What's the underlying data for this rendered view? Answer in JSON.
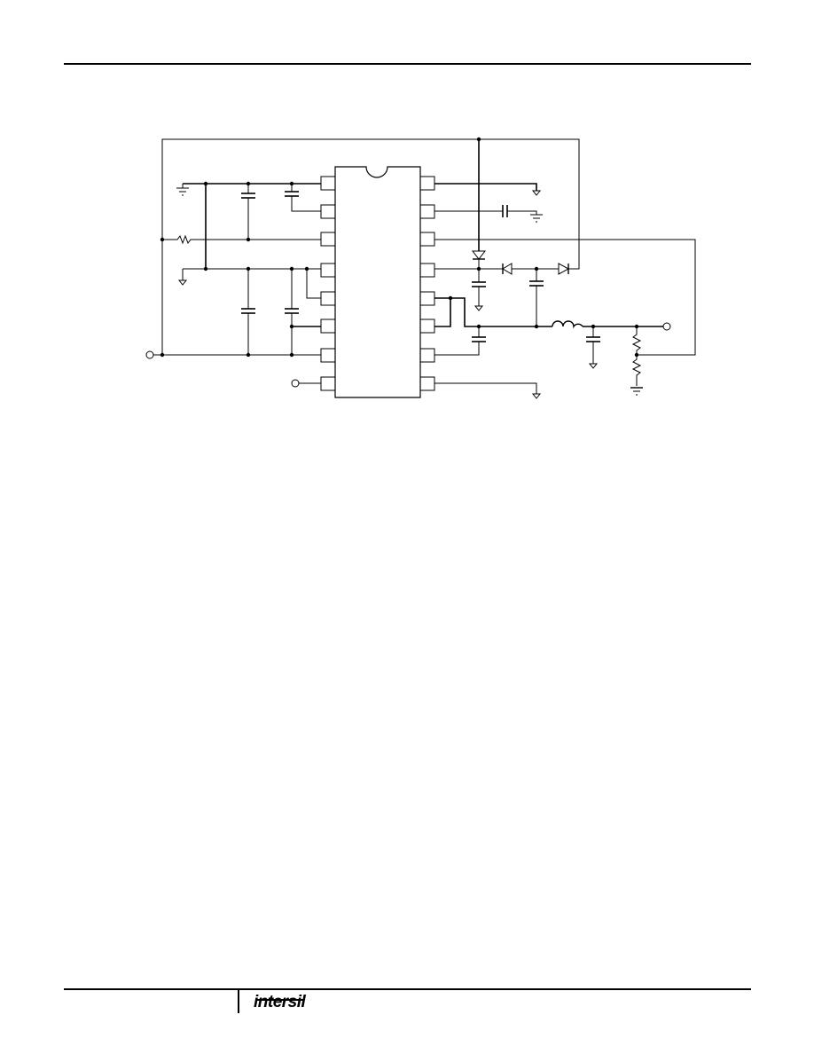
{
  "brand": {
    "logo_text": "intersil"
  },
  "diagram": {
    "type": "schematic",
    "pins_per_side": 8
  }
}
